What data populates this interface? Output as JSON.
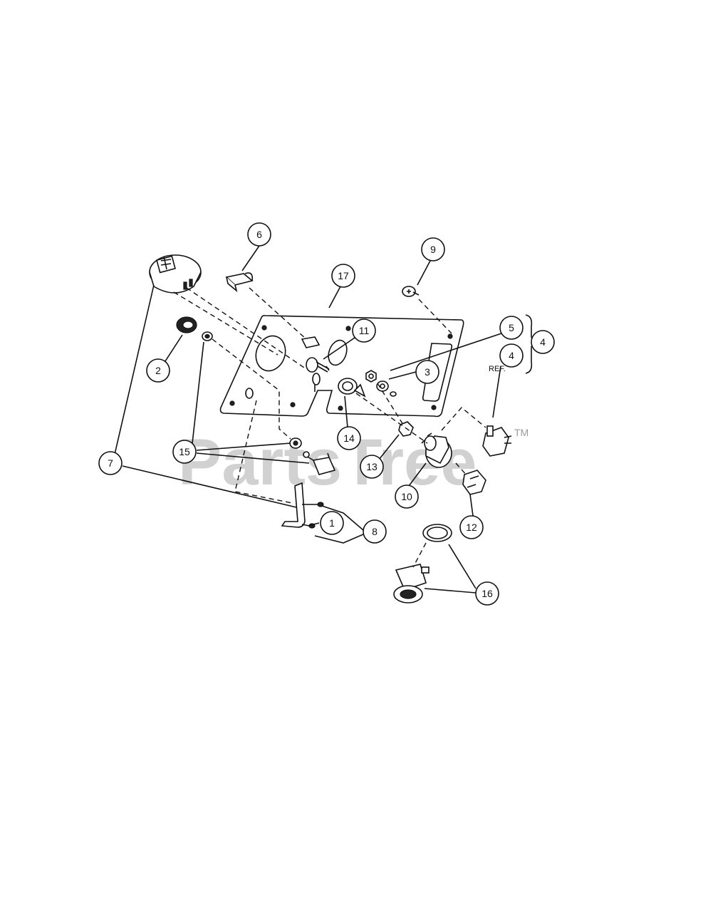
{
  "diagram": {
    "callouts": [
      {
        "id": "c1",
        "label": "1"
      },
      {
        "id": "c2",
        "label": "2"
      },
      {
        "id": "c3",
        "label": "3"
      },
      {
        "id": "c4a",
        "label": "4"
      },
      {
        "id": "c4b",
        "label": "4"
      },
      {
        "id": "c5",
        "label": "5"
      },
      {
        "id": "c6",
        "label": "6"
      },
      {
        "id": "c7",
        "label": "7"
      },
      {
        "id": "c8",
        "label": "8"
      },
      {
        "id": "c9",
        "label": "9"
      },
      {
        "id": "c10",
        "label": "10"
      },
      {
        "id": "c11",
        "label": "11"
      },
      {
        "id": "c12",
        "label": "12"
      },
      {
        "id": "c13",
        "label": "13"
      },
      {
        "id": "c14",
        "label": "14"
      },
      {
        "id": "c15",
        "label": "15"
      },
      {
        "id": "c16",
        "label": "16"
      },
      {
        "id": "c17",
        "label": "17"
      }
    ],
    "ref_label": "REF.",
    "watermark": "PartsTree",
    "trademark": "TM"
  }
}
